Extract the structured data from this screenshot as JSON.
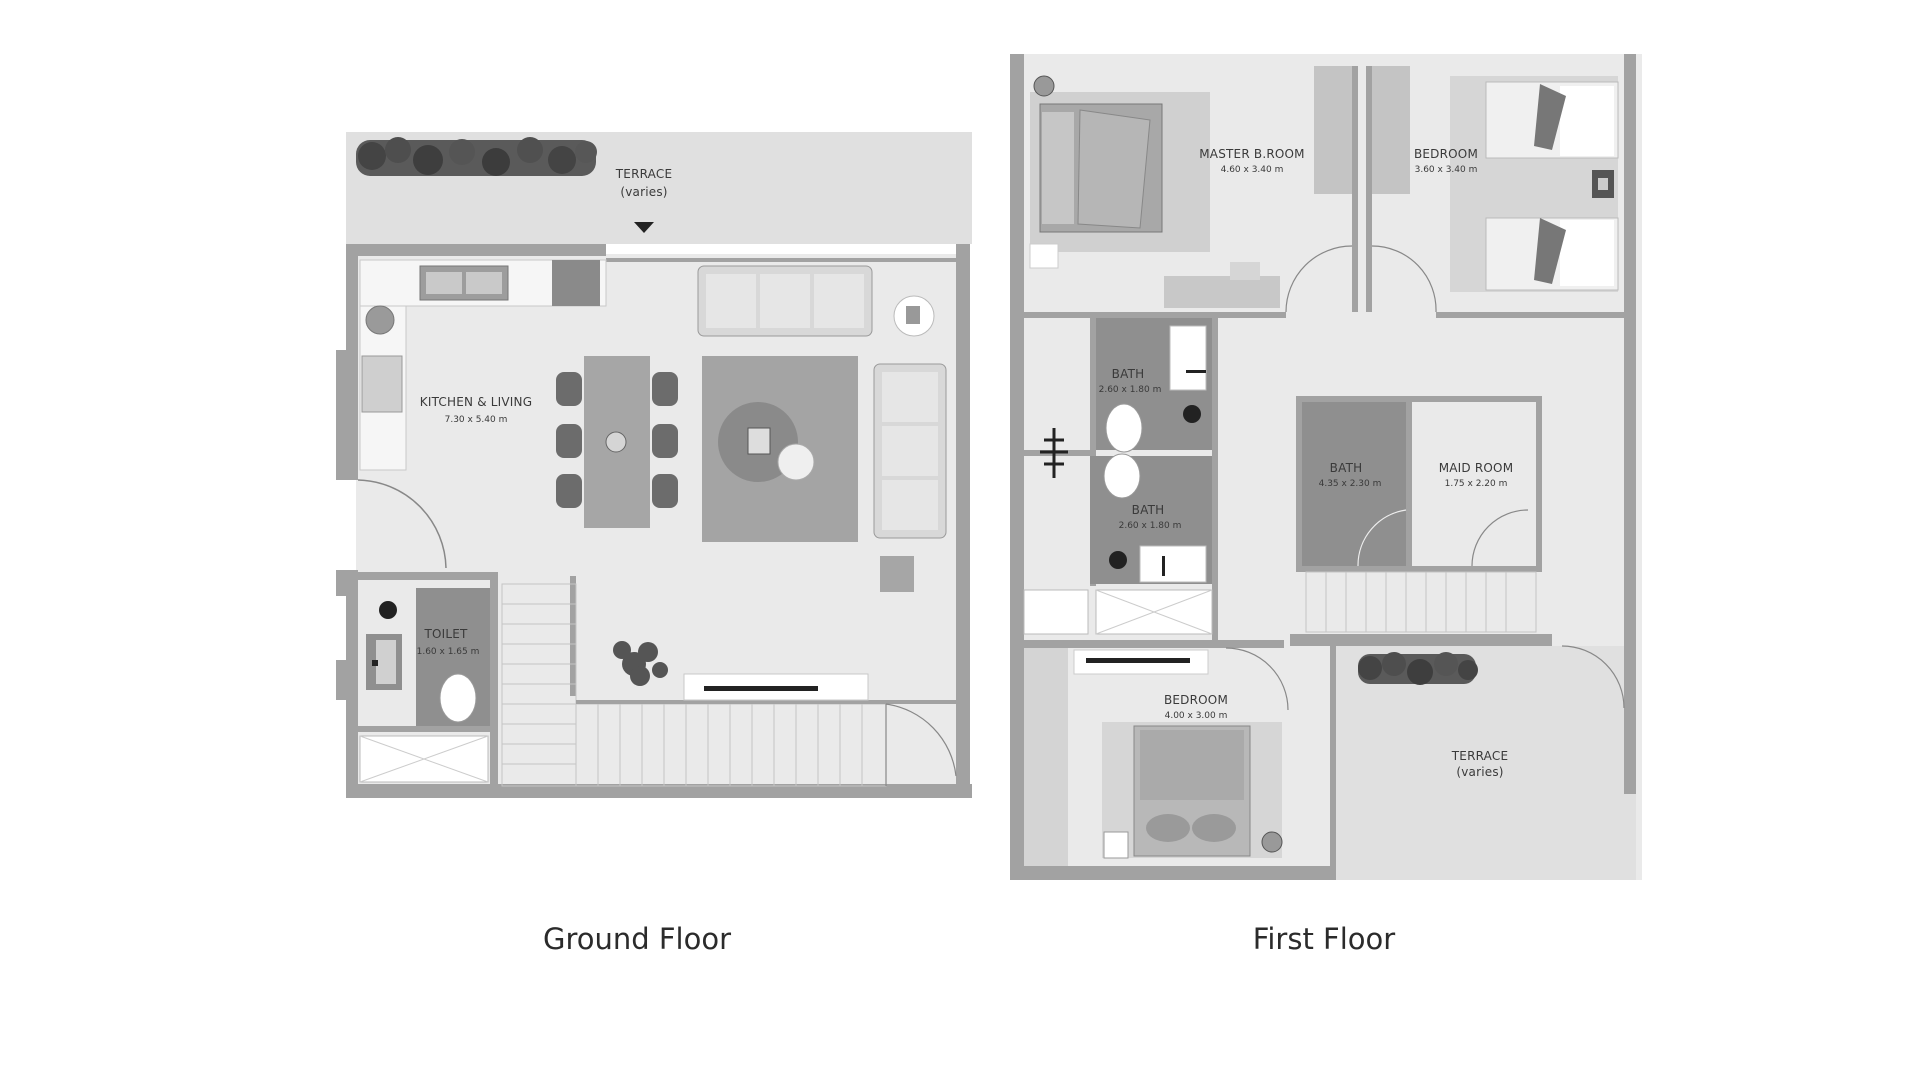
{
  "ground_floor": {
    "caption": "Ground Floor",
    "terrace": {
      "name": "TERRACE",
      "dims": "(varies)"
    },
    "kitchen_living": {
      "name": "KITCHEN & LIVING",
      "dims": "7.30 x 5.40 m"
    },
    "toilet": {
      "name": "TOILET",
      "dims": "1.60 x 1.65 m"
    }
  },
  "first_floor": {
    "caption": "First Floor",
    "master_bedroom": {
      "name": "MASTER B.ROOM",
      "dims": "4.60 x 3.40 m"
    },
    "bedroom_1": {
      "name": "BEDROOM",
      "dims": "3.60 x 3.40 m"
    },
    "bath_1": {
      "name": "BATH",
      "dims": "2.60 x 1.80 m"
    },
    "bath_2": {
      "name": "BATH",
      "dims": "2.60 x 1.80 m"
    },
    "bath_3": {
      "name": "BATH",
      "dims": "4.35 x 2.30 m"
    },
    "maid_room": {
      "name": "MAID ROOM",
      "dims": "1.75 x 2.20 m"
    },
    "bedroom_2": {
      "name": "BEDROOM",
      "dims": "4.00 x 3.00 m"
    },
    "terrace": {
      "name": "TERRACE",
      "dims": "(varies)"
    }
  },
  "colors": {
    "wall": "#a2a2a2",
    "floor": "#eaeaea",
    "terrace": "#e0e0e0",
    "dark_room": "#8f8f8f"
  }
}
